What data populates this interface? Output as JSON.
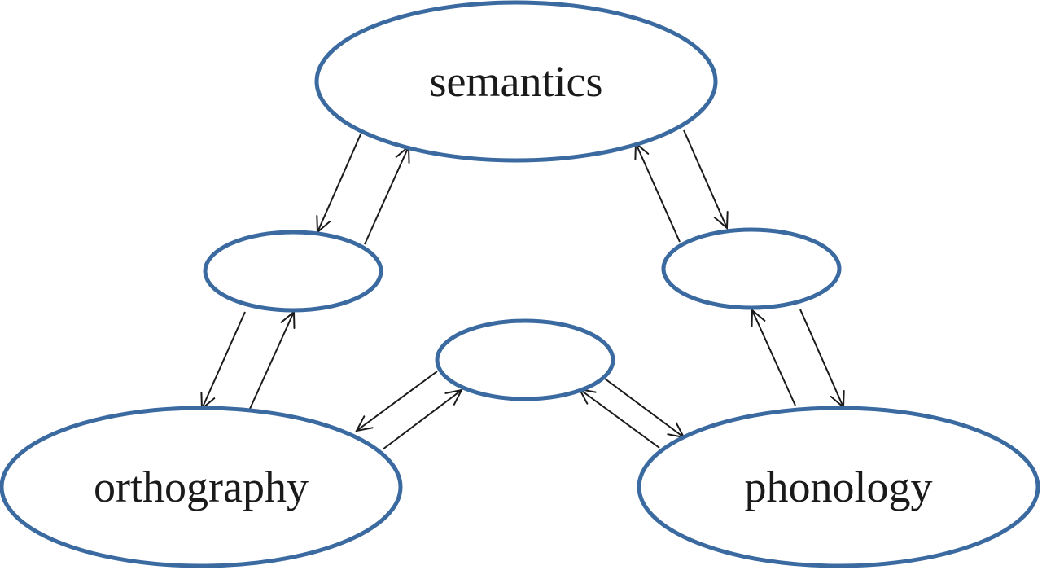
{
  "diagram": {
    "type": "triangle-model",
    "colors": {
      "node_stroke": "#3a6aa0",
      "arrow": "#1a1a1a",
      "text": "#1a1a1a",
      "background": "#ffffff"
    },
    "nodes": [
      {
        "id": "semantics",
        "label": "semantics",
        "kind": "labeled"
      },
      {
        "id": "hidden-left",
        "label": "",
        "kind": "hidden"
      },
      {
        "id": "hidden-right",
        "label": "",
        "kind": "hidden"
      },
      {
        "id": "hidden-bottom",
        "label": "",
        "kind": "hidden"
      },
      {
        "id": "orthography",
        "label": "orthography",
        "kind": "labeled"
      },
      {
        "id": "phonology",
        "label": "phonology",
        "kind": "labeled"
      }
    ],
    "edges": [
      {
        "from": "semantics",
        "to": "hidden-left"
      },
      {
        "from": "hidden-left",
        "to": "semantics"
      },
      {
        "from": "semantics",
        "to": "hidden-right"
      },
      {
        "from": "hidden-right",
        "to": "semantics"
      },
      {
        "from": "hidden-left",
        "to": "orthography"
      },
      {
        "from": "orthography",
        "to": "hidden-left"
      },
      {
        "from": "hidden-right",
        "to": "phonology"
      },
      {
        "from": "phonology",
        "to": "hidden-right"
      },
      {
        "from": "hidden-bottom",
        "to": "orthography"
      },
      {
        "from": "orthography",
        "to": "hidden-bottom"
      },
      {
        "from": "hidden-bottom",
        "to": "phonology"
      },
      {
        "from": "phonology",
        "to": "hidden-bottom"
      }
    ]
  }
}
